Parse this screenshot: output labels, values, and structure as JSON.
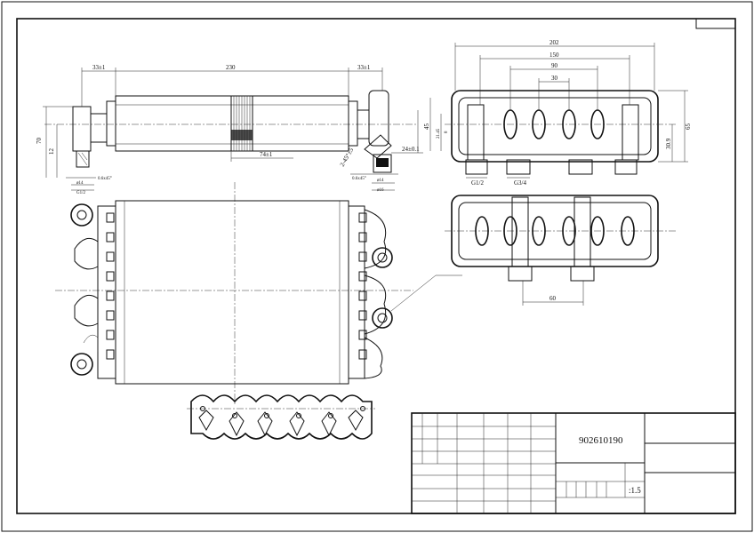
{
  "title_block": {
    "part_number": "902610190",
    "scale": ":1.5"
  },
  "dimensions": {
    "left_offset": "33±1",
    "overall_length": "230",
    "right_offset": "33±1",
    "stub_length": "74±1",
    "side_height": "70",
    "left_sub": "12",
    "side_offset_right": "24±0.1",
    "angle_note": "2-45°±5",
    "thread_left_a": "G1/2",
    "thread_left_b": "ø14",
    "thread_left_c": "0.6x45°",
    "thread_right_a": "ø14",
    "thread_right_b": "0.6x45°",
    "thread_right_c": "ø16",
    "top_202": "202",
    "top_150": "150",
    "top_90": "90",
    "top_30": "30",
    "height_45": "45",
    "height_21": "21.45",
    "height_8": "8",
    "height_65": "65",
    "height_30": "30.9",
    "port_g12": "G1/2",
    "port_g34": "G3/4",
    "bottom_60": "60"
  }
}
